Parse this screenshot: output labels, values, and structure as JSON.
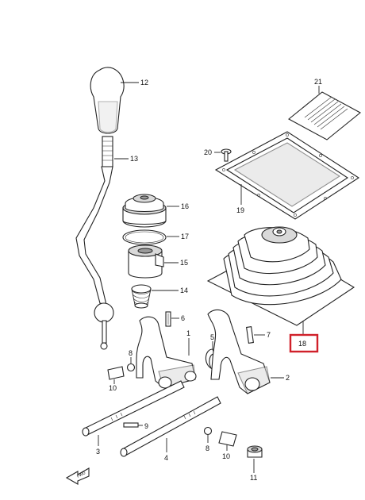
{
  "callouts": {
    "c1": "1",
    "c2": "2",
    "c3": "3",
    "c4": "4",
    "c5": "5",
    "c6": "6",
    "c7": "7",
    "c8a": "8",
    "c8b": "8",
    "c9": "9",
    "c10a": "10",
    "c10b": "10",
    "c11": "11",
    "c12": "12",
    "c13": "13",
    "c14": "14",
    "c15": "15",
    "c16": "16",
    "c17": "17",
    "c18": "18",
    "c19": "19",
    "c20": "20",
    "c21": "21"
  },
  "front_marker": "FWD",
  "colors": {
    "highlight": "#d0202a",
    "line": "#222222"
  }
}
